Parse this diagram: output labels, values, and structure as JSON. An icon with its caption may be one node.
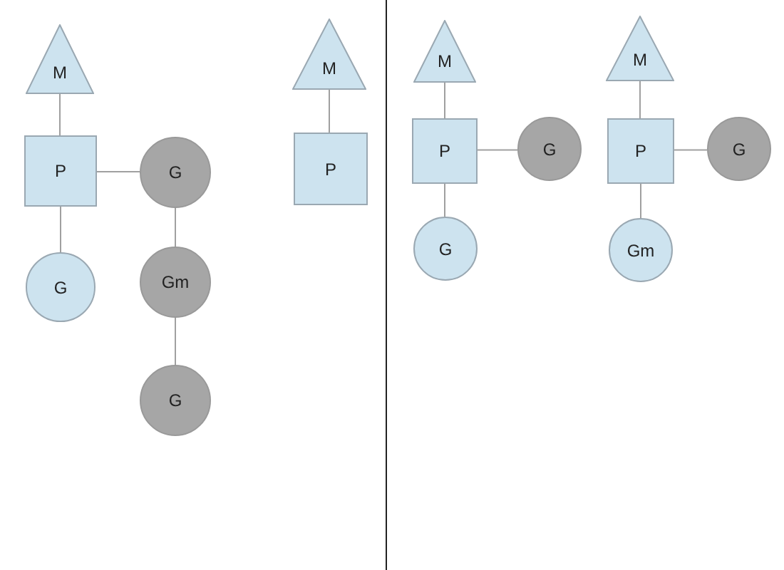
{
  "diagram": {
    "nodes": [
      {
        "text": [
          "M"
        ]
      },
      {
        "text": [
          "P"
        ]
      },
      {
        "text": [
          "G"
        ]
      },
      {
        "text": [
          "G"
        ]
      },
      {
        "text": [
          "Gm"
        ]
      },
      {
        "text": [
          "G"
        ]
      },
      {
        "text": [
          "M"
        ]
      },
      {
        "text": [
          "P"
        ]
      },
      {
        "text": [
          "M"
        ]
      },
      {
        "text": [
          "P"
        ]
      },
      {
        "text": [
          "G"
        ]
      },
      {
        "text": [
          "G"
        ]
      },
      {
        "text": [
          "M"
        ]
      },
      {
        "text": [
          "P"
        ]
      },
      {
        "text": [
          "G"
        ]
      },
      {
        "text": [
          "Gm"
        ]
      }
    ],
    "edges": [
      {
        "from": 0,
        "to": 1,
        "arrow": "none"
      },
      {
        "from": 1,
        "to": 2,
        "arrow": "none"
      },
      {
        "from": 1,
        "to": 3,
        "arrow": "none"
      },
      {
        "from": 2,
        "to": 4,
        "arrow": "none"
      },
      {
        "from": 4,
        "to": 5,
        "arrow": "none"
      },
      {
        "from": 6,
        "to": 7,
        "arrow": "none"
      },
      {
        "from": 8,
        "to": 9,
        "arrow": "none"
      },
      {
        "from": 9,
        "to": 10,
        "arrow": "none"
      },
      {
        "from": 9,
        "to": 11,
        "arrow": "none"
      },
      {
        "from": 12,
        "to": 13,
        "arrow": "none"
      },
      {
        "from": 13,
        "to": 14,
        "arrow": "none"
      },
      {
        "from": 15,
        "to": 13,
        "arrow": "none"
      }
    ]
  }
}
